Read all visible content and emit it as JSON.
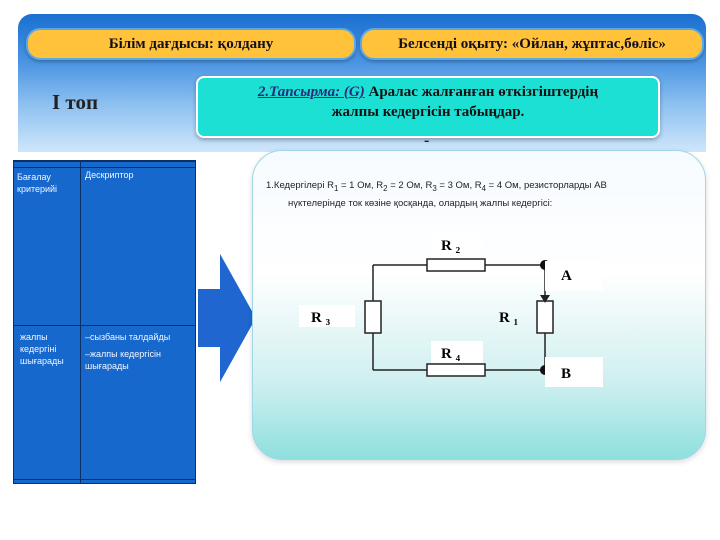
{
  "header": {
    "skill_label": "Білім дағдысы: қолдану",
    "method_label": "Белсенді оқыту: «Ойлан, жұптас,бөліс»"
  },
  "group_label": "І топ",
  "task": {
    "number": "2.Тапсырма: (G)",
    "text_part1": "Аралас жалғанған өткізгіштердің",
    "text_part2": "жалпы кедергісін табыңдар.",
    "dash": "-"
  },
  "table": {
    "header_col1_line1": "Бағалау",
    "header_col1_line2": "критерийі",
    "header_col2": "Дескриптор",
    "row_col1_line1": "жалпы",
    "row_col1_line2": "кедергіні",
    "row_col1_line3": "шығарады",
    "row_col2_item1": "–сызбаны талдайды",
    "row_col2_item2_line1": "–жалпы кедергісін",
    "row_col2_item2_line2": "шығарады"
  },
  "problem": {
    "line1_a": "1.Кедергілері R",
    "s1": "1",
    "t1": " = 1 Ом, R",
    "s2": "2",
    "t2": " = 2 Ом, R",
    "s3": "3",
    "t3": " = 3 Ом, R",
    "s4": "4",
    "t4": " = 4 Ом, резисторларды АВ",
    "line2": "нүктелерінде ток көзіне қосқанда, олардың жалпы кедергісі:"
  },
  "circuit": {
    "r2": "R ₂",
    "r3": "R ₃",
    "r4": "R ₄",
    "r1": "R ₁",
    "point_a": "A",
    "point_b": "B"
  },
  "colors": {
    "banner": "#1a6fd0",
    "bubble": "#ffc23a",
    "task_box": "#1de0d5",
    "table": "#1768cc",
    "arrow": "#1f66d0"
  }
}
